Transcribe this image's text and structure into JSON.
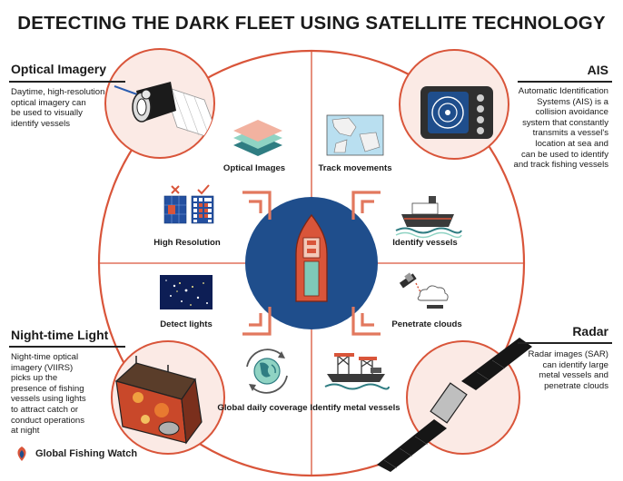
{
  "title": "DETECTING THE DARK FLEET USING SATELLITE TECHNOLOGY",
  "colors": {
    "ring": "#d9553a",
    "ring_fill": "#fbeae5",
    "center": "#1f4e8c",
    "ship": "#d9553a",
    "ship_window": "#7fc9b8"
  },
  "corners": {
    "optical": {
      "title": "Optical Imagery",
      "lines": [
        "Daytime, high-resolution",
        "optical imagery can",
        "be used to visually",
        "identify vessels"
      ]
    },
    "ais": {
      "title": "AIS",
      "lines": [
        "Automatic Identification",
        "Systems (AIS) is a",
        "collision avoidance",
        "system that constantly",
        "transmits a vessel's",
        "location at sea and",
        "can be used to identify",
        "and track fishing vessels"
      ]
    },
    "night": {
      "title": "Night-time Light",
      "lines": [
        "Night-time optical",
        "imagery (VIIRS)",
        "picks up the",
        "presence of fishing",
        "vessels using lights",
        "to attract catch or",
        "conduct operations",
        "at night"
      ]
    },
    "radar": {
      "title": "Radar",
      "lines": [
        "Radar images (SAR)",
        "can identify large",
        "metal vessels and",
        "penetrate clouds"
      ]
    }
  },
  "labels": {
    "optical_images": "Optical Images",
    "track_movements": "Track movements",
    "high_resolution": "High Resolution",
    "identify_vessels": "Identify vessels",
    "detect_lights": "Detect lights",
    "penetrate_clouds": "Penetrate clouds",
    "global_daily_coverage": "Global daily coverage",
    "identify_metal_vessels": "Identify metal vessels"
  },
  "icons": {
    "optical_satellite": "camera-satellite-icon",
    "ais_device": "ais-transponder-icon",
    "night_satellite": "viirs-satellite-icon",
    "radar_satellite": "sar-satellite-icon",
    "layers": "image-layers-icon",
    "map": "map-icon",
    "pixel_grid": "pixel-grid-icon",
    "cargo_ship": "cargo-ship-icon",
    "night_map": "night-lights-map-icon",
    "cloud_satellite": "cloud-satellite-icon",
    "globe": "globe-refresh-icon",
    "metal_vessels": "metal-vessels-icon",
    "center_ship": "ship-topview-icon",
    "logo": "global-fishing-watch-logo"
  },
  "brand": "Global Fishing Watch"
}
